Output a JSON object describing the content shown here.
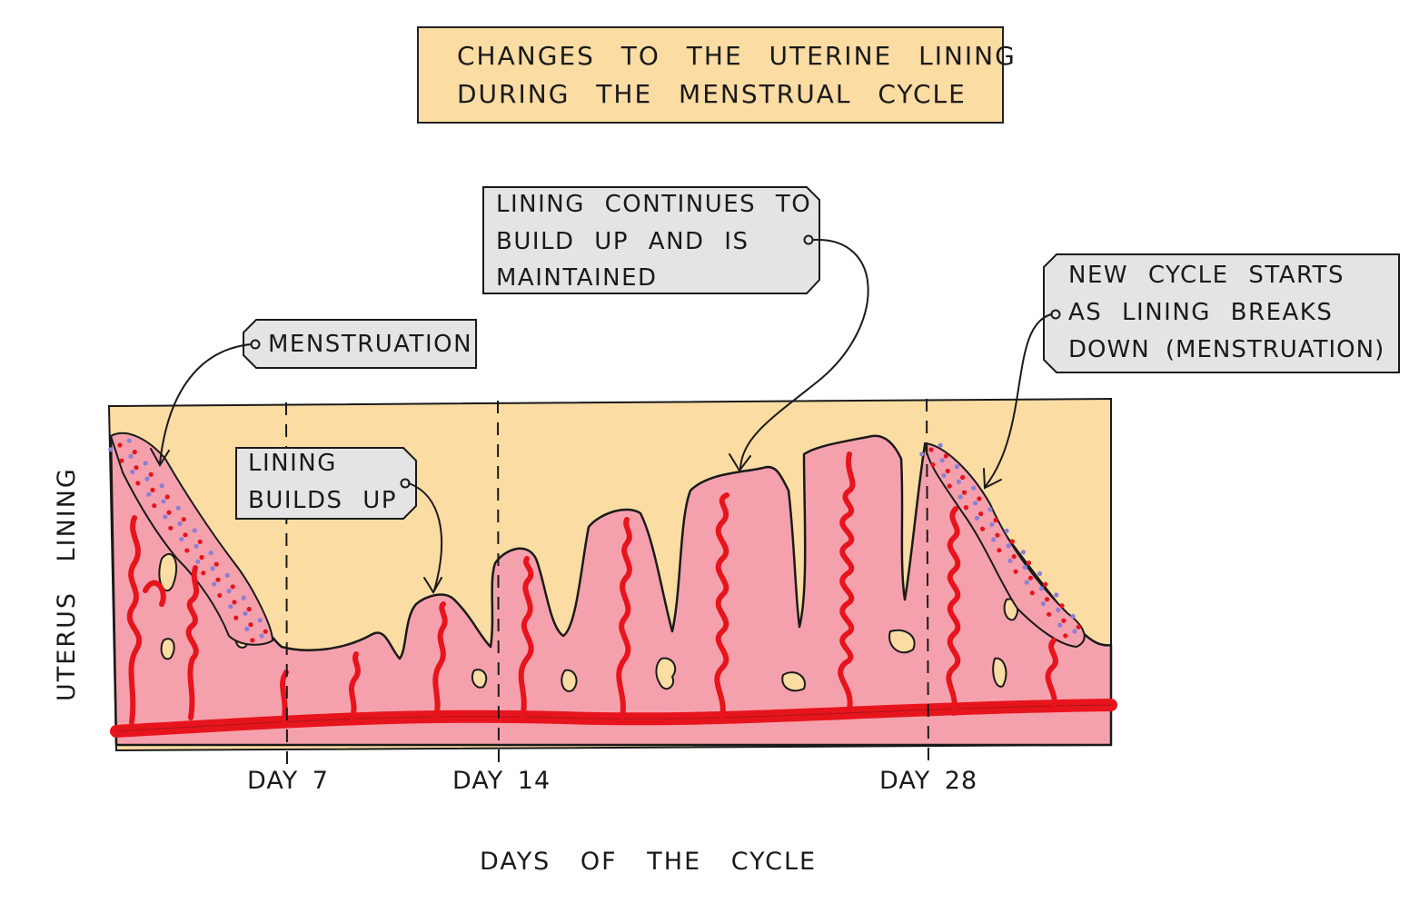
{
  "title": {
    "line1": "CHANGES TO THE UTERINE LINING",
    "line2": "DURING THE MENSTRUAL CYCLE"
  },
  "callouts": {
    "menstruation": "MENSTRUATION",
    "builds_up": [
      "LINING",
      "BUILDS UP"
    ],
    "continues": [
      "LINING CONTINUES TO",
      "BUILD UP AND IS",
      "MAINTAINED"
    ],
    "new_cycle": [
      "NEW CYCLE STARTS",
      "AS LINING BREAKS",
      "DOWN (MENSTRUATION)"
    ]
  },
  "axes": {
    "x_label": "DAYS OF THE CYCLE",
    "y_label": "UTERUS LINING"
  },
  "days": [
    "DAY 7",
    "DAY 14",
    "DAY 28"
  ],
  "colors": {
    "background_panel": "#fbdca3",
    "lining": "#f5a1ad",
    "blood_vessel": "#e8141c",
    "outline": "#1a1a1a",
    "tag_fill": "#e4e4e4",
    "red_dot": "#e8141c",
    "blue_dot": "#8b7fd6"
  }
}
